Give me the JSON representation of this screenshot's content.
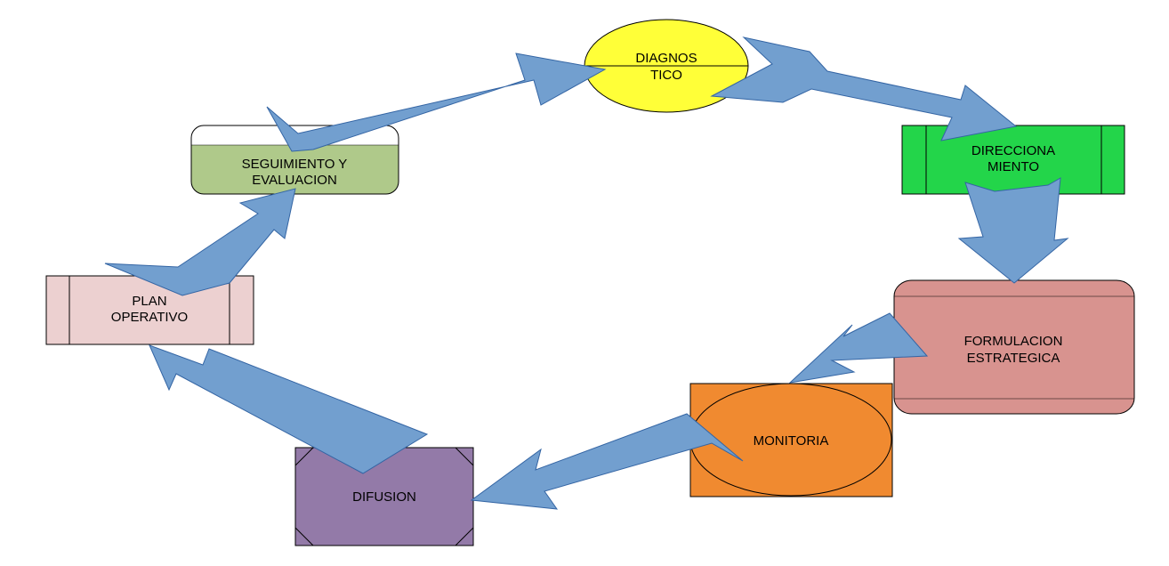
{
  "colors": {
    "arrow_fill": "#729fcf",
    "arrow_stroke": "#3465a4",
    "diagnostico": "#ffff38",
    "direccionamiento": "#23d54a",
    "formulacion": "#d8938f",
    "monitoria": "#f08a30",
    "difusion": "#937aa8",
    "plan_operativo": "#ecd0d0",
    "seguimiento": "#afc98a"
  },
  "nodes": {
    "diagnostico": {
      "line1": "DIAGNOS",
      "line2": "TICO"
    },
    "direccionamiento": {
      "line1": "DIRECCIONA",
      "line2": "MIENTO"
    },
    "formulacion": {
      "line1": "FORMULACION",
      "line2": "ESTRATEGICA"
    },
    "monitoria": {
      "line1": "MONITORIA"
    },
    "difusion": {
      "line1": "DIFUSION"
    },
    "plan_operativo": {
      "line1": "PLAN",
      "line2": "OPERATIVO"
    },
    "seguimiento": {
      "line1": "SEGUIMIENTO Y",
      "line2": "EVALUACION"
    }
  }
}
